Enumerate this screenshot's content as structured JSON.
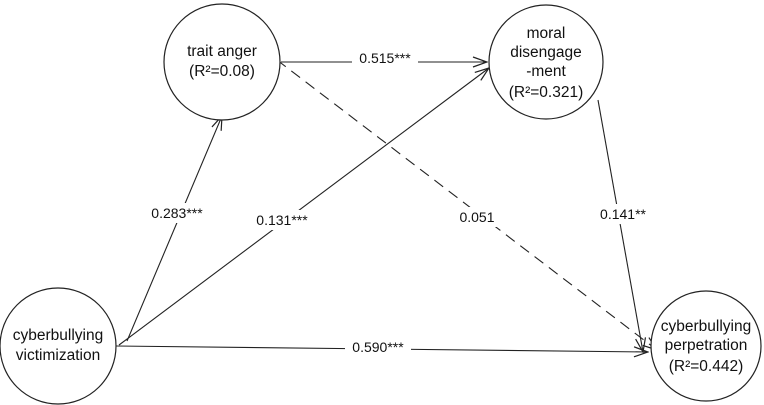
{
  "nodes": {
    "trait_anger": {
      "lines": [
        "trait anger",
        "(R²=0.08)"
      ]
    },
    "moral_disengagement": {
      "lines": [
        "moral",
        "disengage",
        "-ment",
        "(R²=0.321)"
      ]
    },
    "cyberbullying_victimization": {
      "lines": [
        "cyberbullying",
        "victimization"
      ]
    },
    "cyberbullying_perpetration": {
      "lines": [
        "cyberbullying",
        "perpetration",
        "(R²=0.442)"
      ]
    }
  },
  "edges": {
    "anger_to_moral": {
      "label": "0.515***",
      "dashed": false
    },
    "anger_to_perpetration": {
      "label": "0.051",
      "dashed": true
    },
    "victimization_to_anger": {
      "label": "0.283***",
      "dashed": false
    },
    "victimization_to_moral": {
      "label": "0.131***",
      "dashed": false
    },
    "moral_to_perpetration": {
      "label": "0.141**",
      "dashed": false
    },
    "victimization_to_perpetration": {
      "label": "0.590***",
      "dashed": false
    }
  }
}
